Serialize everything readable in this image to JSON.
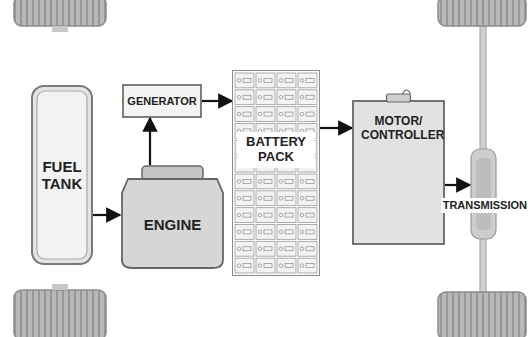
{
  "diagram": {
    "nodes": [
      {
        "text": [
          "FUEL TANK"
        ]
      },
      {
        "text": [
          "GENERATOR"
        ]
      },
      {
        "text": [
          "ENGINE"
        ]
      },
      {
        "text": [
          "BATTERY PACK"
        ]
      },
      {
        "text": [
          "MOTOR/ CONTROLLER"
        ]
      },
      {
        "text": [
          "TRANSMISSION"
        ]
      }
    ],
    "edges": [
      {
        "from": 0,
        "to": 2,
        "arrow": "to"
      },
      {
        "from": 2,
        "to": 1,
        "arrow": "to"
      },
      {
        "from": 1,
        "to": 3,
        "arrow": "to"
      },
      {
        "from": 3,
        "to": 4,
        "arrow": "to"
      },
      {
        "from": 4,
        "to": 5,
        "arrow": "to"
      }
    ]
  }
}
